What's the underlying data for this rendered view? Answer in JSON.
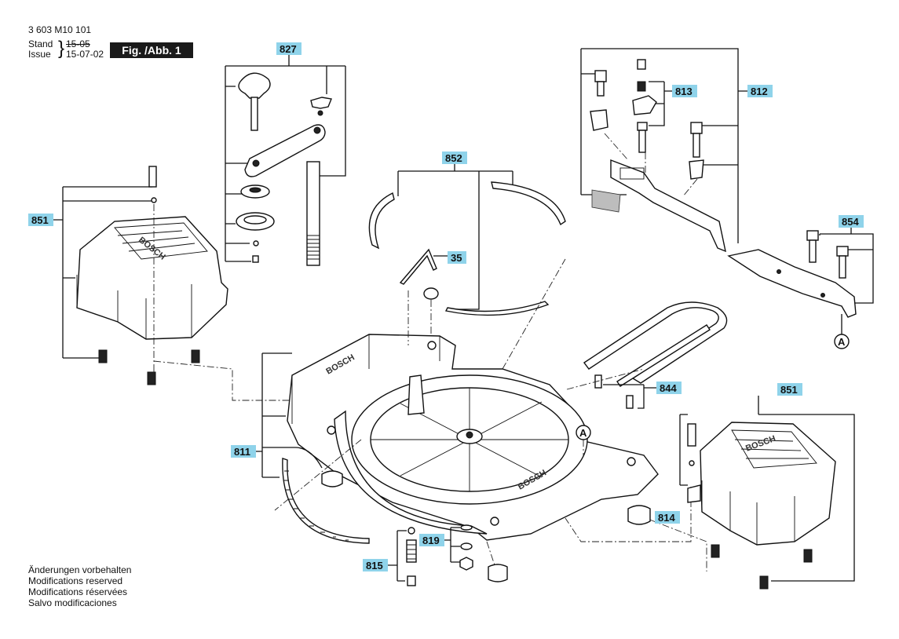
{
  "header": {
    "doc_number": "3 603 M10 101",
    "stand_label": "Stand",
    "issue_label": "Issue",
    "stand_date_struck": "15-05",
    "issue_date": "15-07-02",
    "figure_label": "Fig. /Abb. 1"
  },
  "footer_notes": [
    "Änderungen vorbehalten",
    "Modifications reserved",
    "Modifications réservées",
    "Salvo modificaciones"
  ],
  "part_labels": {
    "p827": "827",
    "p851_left": "851",
    "p852": "852",
    "p35": "35",
    "p813": "813",
    "p812": "812",
    "p854": "854",
    "p844": "844",
    "p851_right": "851",
    "p811": "811",
    "p814": "814",
    "p819": "819",
    "p815": "815"
  },
  "callouts": {
    "a_right": "A",
    "a_center": "A"
  },
  "logo_text": "BOSCH",
  "colors": {
    "label_bg": "#8fd3ea",
    "figure_box": "#1a1a1a"
  }
}
